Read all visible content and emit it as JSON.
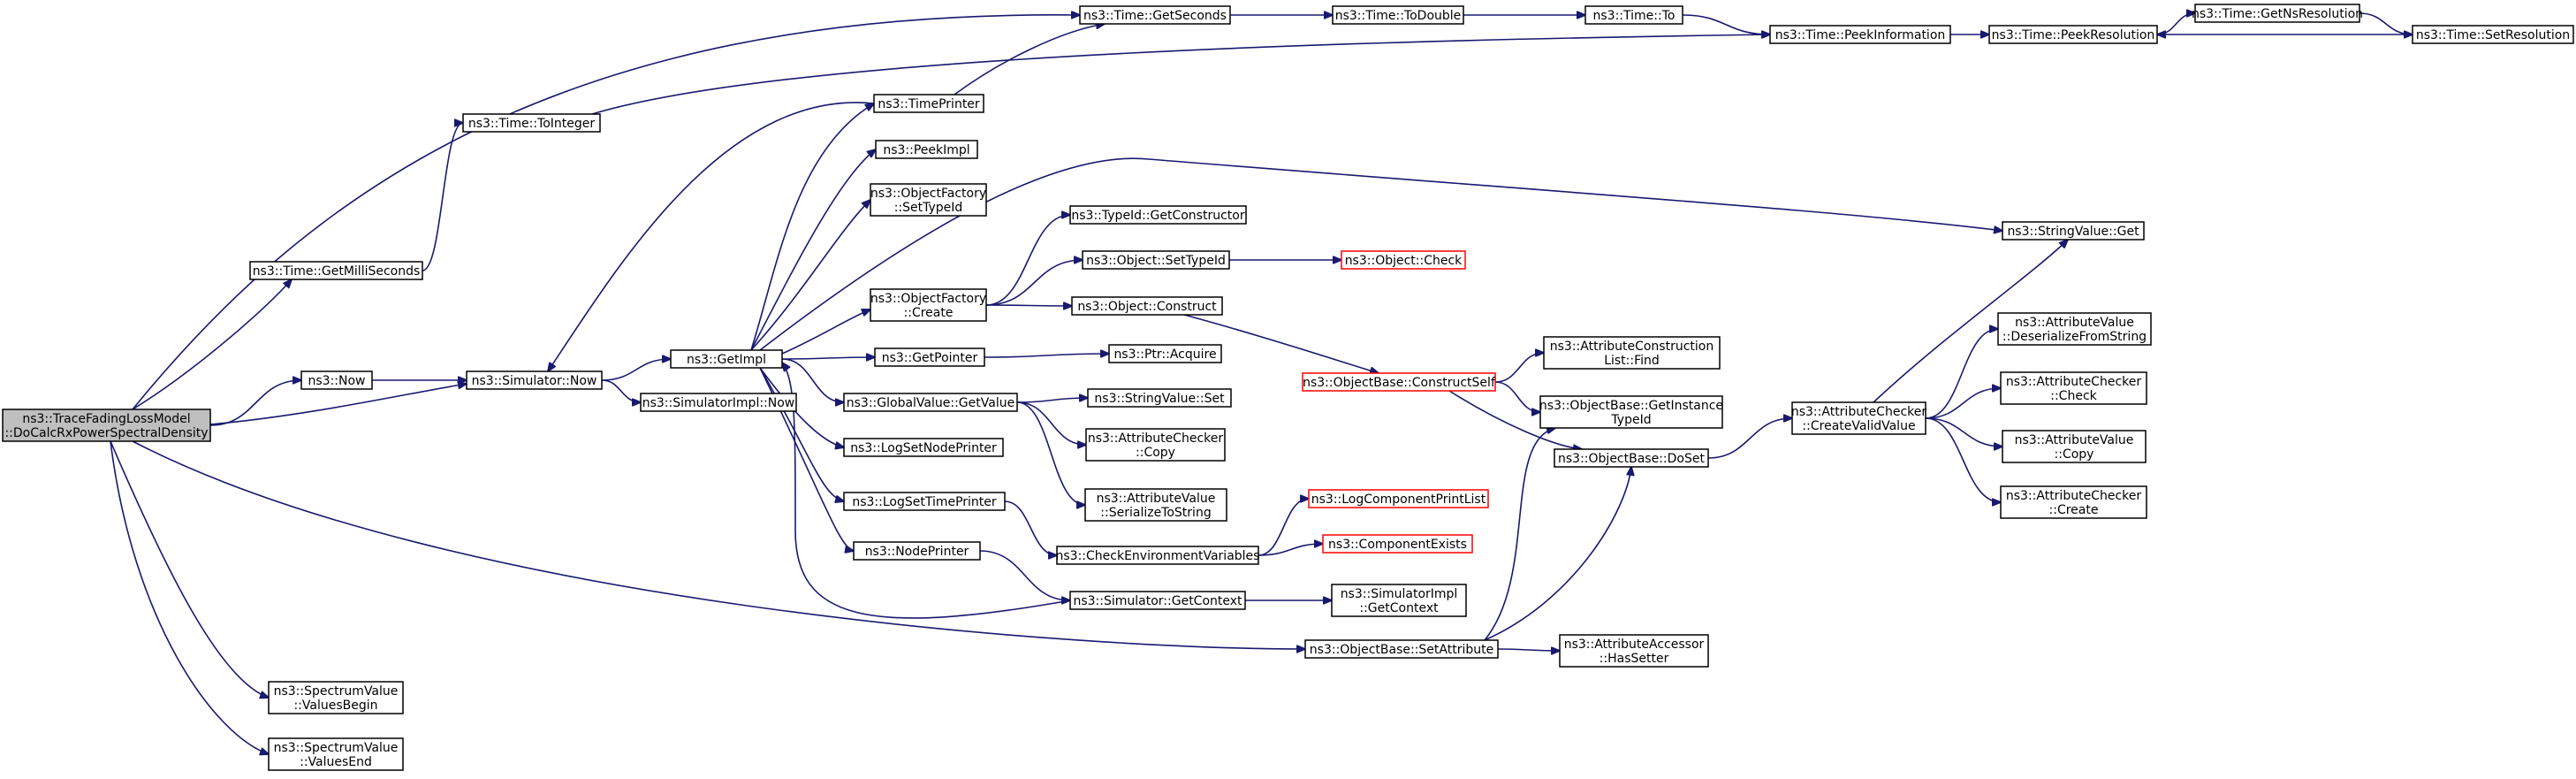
{
  "graph_title": "",
  "colors": {
    "edge": "#191970",
    "node_border": "#000000",
    "node_border_incomplete": "#ff0000",
    "root_fill": "#bfbfbf",
    "node_fill": "#ffffff"
  },
  "nodes": {
    "root": [
      "ns3::TraceFadingLossModel",
      "::DoCalcRxPowerSpectralDensity"
    ],
    "getSeconds": [
      "ns3::Time::GetSeconds"
    ],
    "toDouble": [
      "ns3::Time::ToDouble"
    ],
    "timeTo": [
      "ns3::Time::To"
    ],
    "peekInfo": [
      "ns3::Time::PeekInformation"
    ],
    "peekRes": [
      "ns3::Time::PeekResolution"
    ],
    "getNsRes": [
      "ns3::Time::GetNsResolution"
    ],
    "setRes": [
      "ns3::Time::SetResolution"
    ],
    "toInteger": [
      "ns3::Time::ToInteger"
    ],
    "timePrinter": [
      "ns3::TimePrinter"
    ],
    "peekImpl": [
      "ns3::PeekImpl"
    ],
    "ofSetTypeId": [
      "ns3::ObjectFactory",
      "::SetTypeId"
    ],
    "getMilli": [
      "ns3::Time::GetMilliSeconds"
    ],
    "typeIdGetCtor": [
      "ns3::TypeId::GetConstructor"
    ],
    "objSetTypeId": [
      "ns3::Object::SetTypeId"
    ],
    "objCheck": [
      "ns3::Object::Check"
    ],
    "ofCreate": [
      "ns3::ObjectFactory",
      "::Create"
    ],
    "objConstruct": [
      "ns3::Object::Construct"
    ],
    "now": [
      "ns3::Now"
    ],
    "simNow": [
      "ns3::Simulator::Now"
    ],
    "getImpl": [
      "ns3::GetImpl"
    ],
    "getPointer": [
      "ns3::GetPointer"
    ],
    "ptrAcquire": [
      "ns3::Ptr::Acquire"
    ],
    "stringValueGet": [
      "ns3::StringValue::Get"
    ],
    "constructSelf": [
      "ns3::ObjectBase::ConstructSelf"
    ],
    "attrConstructFind": [
      "ns3::AttributeConstruction",
      "List::Find"
    ],
    "simImplNow": [
      "ns3::SimulatorImpl::Now"
    ],
    "gvGetValue": [
      "ns3::GlobalValue::GetValue"
    ],
    "svSet": [
      "ns3::StringValue::Set"
    ],
    "getInstanceTypeId": [
      "ns3::ObjectBase::GetInstance",
      "TypeId"
    ],
    "attrDeserialize": [
      "ns3::AttributeValue",
      "::DeserializeFromString"
    ],
    "createValidValue": [
      "ns3::AttributeChecker",
      "::CreateValidValue"
    ],
    "acCheck": [
      "ns3::AttributeChecker",
      "::Check"
    ],
    "logSetNodePrinter": [
      "ns3::LogSetNodePrinter"
    ],
    "acCopy": [
      "ns3::AttributeChecker",
      "::Copy"
    ],
    "doSet": [
      "ns3::ObjectBase::DoSet"
    ],
    "avCopy": [
      "ns3::AttributeValue",
      "::Copy"
    ],
    "logSetTimePrinter": [
      "ns3::LogSetTimePrinter"
    ],
    "avSerialize": [
      "ns3::AttributeValue",
      "::SerializeToString"
    ],
    "logCompPrintList": [
      "ns3::LogComponentPrintList"
    ],
    "acCreate": [
      "ns3::AttributeChecker",
      "::Create"
    ],
    "nodePrinter": [
      "ns3::NodePrinter"
    ],
    "checkEnv": [
      "ns3::CheckEnvironmentVariables"
    ],
    "compExists": [
      "ns3::ComponentExists"
    ],
    "simGetContext": [
      "ns3::Simulator::GetContext"
    ],
    "simImplGetContext": [
      "ns3::SimulatorImpl",
      "::GetContext"
    ],
    "setAttribute": [
      "ns3::ObjectBase::SetAttribute"
    ],
    "hasSetter": [
      "ns3::AttributeAccessor",
      "::HasSetter"
    ],
    "valuesBegin": [
      "ns3::SpectrumValue",
      "::ValuesBegin"
    ],
    "valuesEnd": [
      "ns3::SpectrumValue",
      "::ValuesEnd"
    ]
  },
  "edges": [
    [
      "root",
      "getSeconds"
    ],
    [
      "root",
      "getMilli"
    ],
    [
      "root",
      "now"
    ],
    [
      "root",
      "simNow"
    ],
    [
      "root",
      "setAttribute"
    ],
    [
      "root",
      "valuesBegin"
    ],
    [
      "root",
      "valuesEnd"
    ],
    [
      "getSeconds",
      "toDouble"
    ],
    [
      "toDouble",
      "timeTo"
    ],
    [
      "timeTo",
      "peekInfo"
    ],
    [
      "peekInfo",
      "peekRes"
    ],
    [
      "peekRes",
      "getNsRes"
    ],
    [
      "getNsRes",
      "setRes"
    ],
    [
      "setRes",
      "peekRes"
    ],
    [
      "getMilli",
      "toInteger"
    ],
    [
      "toInteger",
      "peekInfo"
    ],
    [
      "now",
      "simNow"
    ],
    [
      "simNow",
      "getImpl"
    ],
    [
      "simNow",
      "simImplNow"
    ],
    [
      "getImpl",
      "timePrinter"
    ],
    [
      "getImpl",
      "peekImpl"
    ],
    [
      "getImpl",
      "ofSetTypeId"
    ],
    [
      "getImpl",
      "ofCreate"
    ],
    [
      "getImpl",
      "getPointer"
    ],
    [
      "getImpl",
      "stringValueGet"
    ],
    [
      "getImpl",
      "gvGetValue"
    ],
    [
      "getImpl",
      "logSetNodePrinter"
    ],
    [
      "getImpl",
      "logSetTimePrinter"
    ],
    [
      "getImpl",
      "nodePrinter"
    ],
    [
      "timePrinter",
      "getSeconds"
    ],
    [
      "timePrinter",
      "simNow"
    ],
    [
      "ofCreate",
      "typeIdGetCtor"
    ],
    [
      "ofCreate",
      "objSetTypeId"
    ],
    [
      "ofCreate",
      "objConstruct"
    ],
    [
      "objSetTypeId",
      "objCheck"
    ],
    [
      "objConstruct",
      "constructSelf"
    ],
    [
      "getPointer",
      "ptrAcquire"
    ],
    [
      "constructSelf",
      "attrConstructFind"
    ],
    [
      "constructSelf",
      "getInstanceTypeId"
    ],
    [
      "constructSelf",
      "doSet"
    ],
    [
      "gvGetValue",
      "svSet"
    ],
    [
      "gvGetValue",
      "acCopy"
    ],
    [
      "gvGetValue",
      "avSerialize"
    ],
    [
      "logSetTimePrinter",
      "checkEnv"
    ],
    [
      "checkEnv",
      "logCompPrintList"
    ],
    [
      "checkEnv",
      "compExists"
    ],
    [
      "nodePrinter",
      "simGetContext"
    ],
    [
      "simGetContext",
      "simImplGetContext"
    ],
    [
      "simGetContext",
      "getImpl"
    ],
    [
      "setAttribute",
      "getInstanceTypeId"
    ],
    [
      "setAttribute",
      "doSet"
    ],
    [
      "setAttribute",
      "hasSetter"
    ],
    [
      "doSet",
      "createValidValue"
    ],
    [
      "createValidValue",
      "stringValueGet"
    ],
    [
      "createValidValue",
      "attrDeserialize"
    ],
    [
      "createValidValue",
      "acCheck"
    ],
    [
      "createValidValue",
      "avCopy"
    ],
    [
      "createValidValue",
      "acCreate"
    ]
  ]
}
